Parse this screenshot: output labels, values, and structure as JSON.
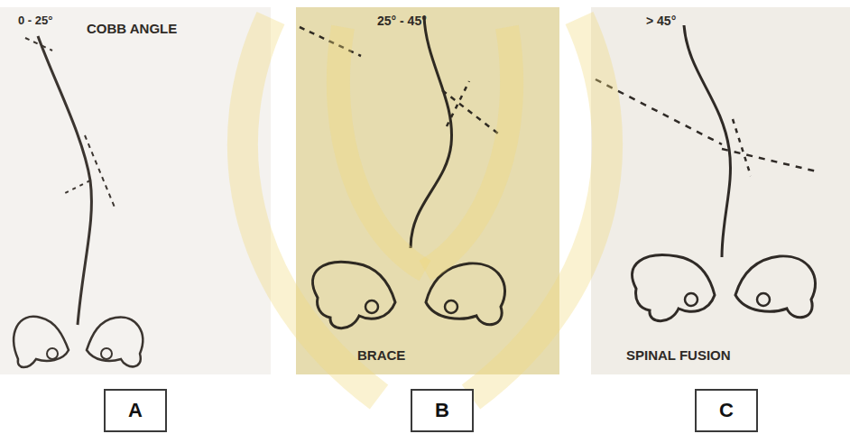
{
  "diagram": {
    "nodes": [
      {
        "text": [
          "A"
        ]
      },
      {
        "text": [
          "B"
        ]
      },
      {
        "text": [
          "C"
        ]
      }
    ],
    "labels": [
      "0 - 25°",
      "COBB ANGLE",
      "25° - 45°",
      "BRACE",
      "> 45°",
      "SPINAL FUSION"
    ]
  }
}
